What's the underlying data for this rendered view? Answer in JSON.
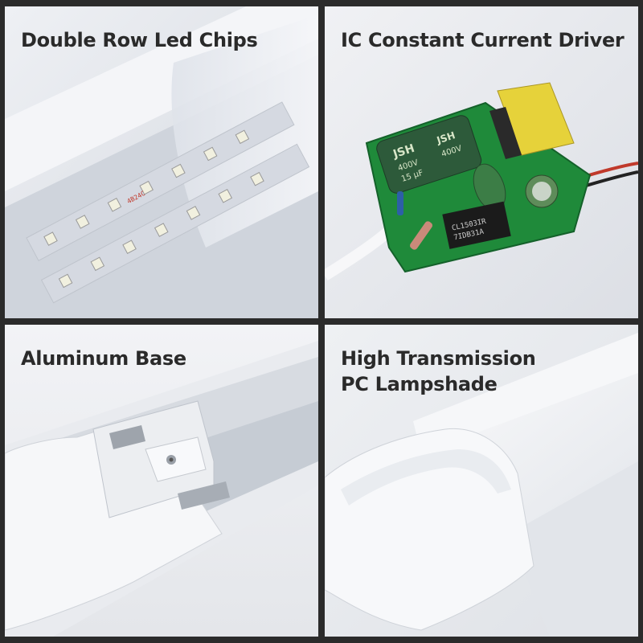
{
  "panels": [
    {
      "id": "led-chips",
      "caption": "Double Row Led Chips"
    },
    {
      "id": "driver",
      "caption": "IC Constant Current Driver"
    },
    {
      "id": "base",
      "caption": "Aluminum Base"
    },
    {
      "id": "lampshade",
      "caption_lines": [
        "High Transmission",
        "PC Lampshade"
      ]
    }
  ],
  "pcb_markings": {
    "capacitor_1": [
      "JSH",
      "400V",
      "15 µF"
    ],
    "capacitor_2": [
      "JSH",
      "400V"
    ],
    "ic_chip": [
      "CL1503IR",
      "7IDB31A"
    ],
    "strip_code": "4B24C"
  },
  "colors": {
    "background": "#2b2b2b",
    "pcb_green": "#1f8a3a",
    "capacitor": "#2d5a3a",
    "transformer": "#e6d23a"
  }
}
